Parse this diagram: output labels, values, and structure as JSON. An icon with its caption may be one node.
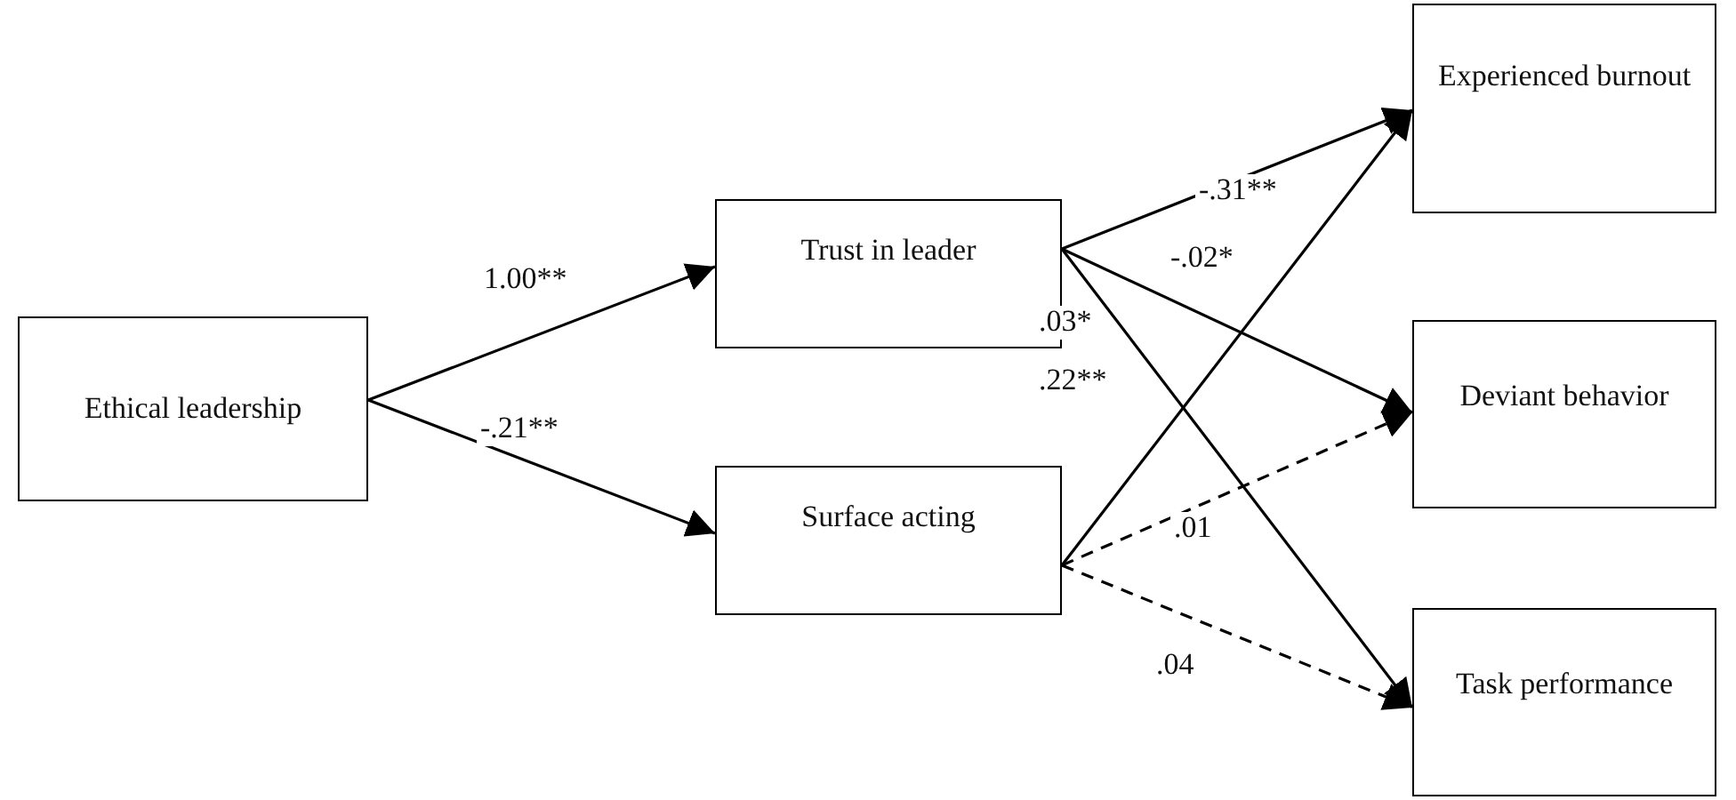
{
  "diagram": {
    "nodes": [
      {
        "text": [
          "Ethical leadership"
        ]
      },
      {
        "text": [
          "Trust in leader"
        ]
      },
      {
        "text": [
          "Surface acting"
        ]
      },
      {
        "text": [
          "Experienced burnout"
        ]
      },
      {
        "text": [
          "Deviant behavior"
        ]
      },
      {
        "text": [
          "Task performance"
        ]
      }
    ],
    "edges": [
      {
        "from": 0,
        "to": 1,
        "arrow": "to",
        "label": "1.00**"
      },
      {
        "from": 0,
        "to": 2,
        "arrow": "to",
        "label": "-.21**"
      },
      {
        "from": 1,
        "to": 3,
        "arrow": "to",
        "label": "-.31**"
      },
      {
        "from": 1,
        "to": 4,
        "arrow": "to",
        "label": "-.02*"
      },
      {
        "from": 1,
        "to": 5,
        "arrow": "to",
        "label": ".03*"
      },
      {
        "from": 2,
        "to": 3,
        "arrow": "to",
        "label": ".22**"
      },
      {
        "from": 2,
        "to": 4,
        "arrow": "to",
        "label": ".01",
        "style": "dashed"
      },
      {
        "from": 2,
        "to": 5,
        "arrow": "to",
        "label": ".04",
        "style": "dashed"
      }
    ]
  }
}
